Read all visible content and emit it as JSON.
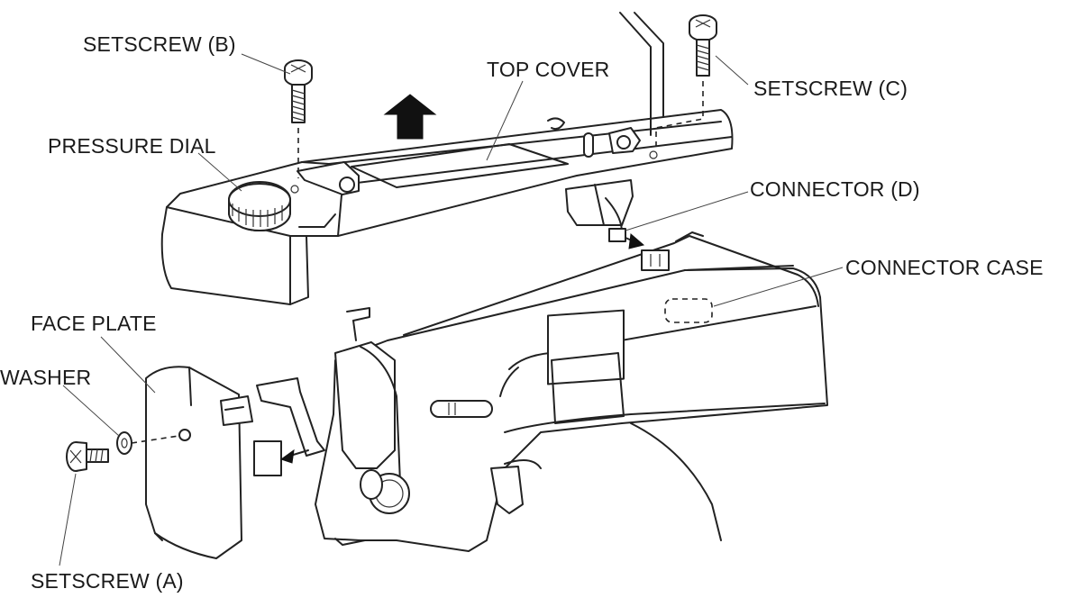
{
  "labels": {
    "setscrew_b": "SETSCREW (B)",
    "top_cover": "TOP COVER",
    "setscrew_c": "SETSCREW (C)",
    "pressure_dial": "PRESSURE DIAL",
    "connector_d": "CONNECTOR (D)",
    "connector_case": "CONNECTOR CASE",
    "face_plate": "FACE PLATE",
    "washer": "WASHER",
    "setscrew_a": "SETSCREW (A)"
  },
  "icons": {
    "lift_direction": "arrow-up-icon",
    "insert_direction": "arrow-right-icon"
  },
  "colors": {
    "line": "#222222",
    "background": "#ffffff"
  }
}
